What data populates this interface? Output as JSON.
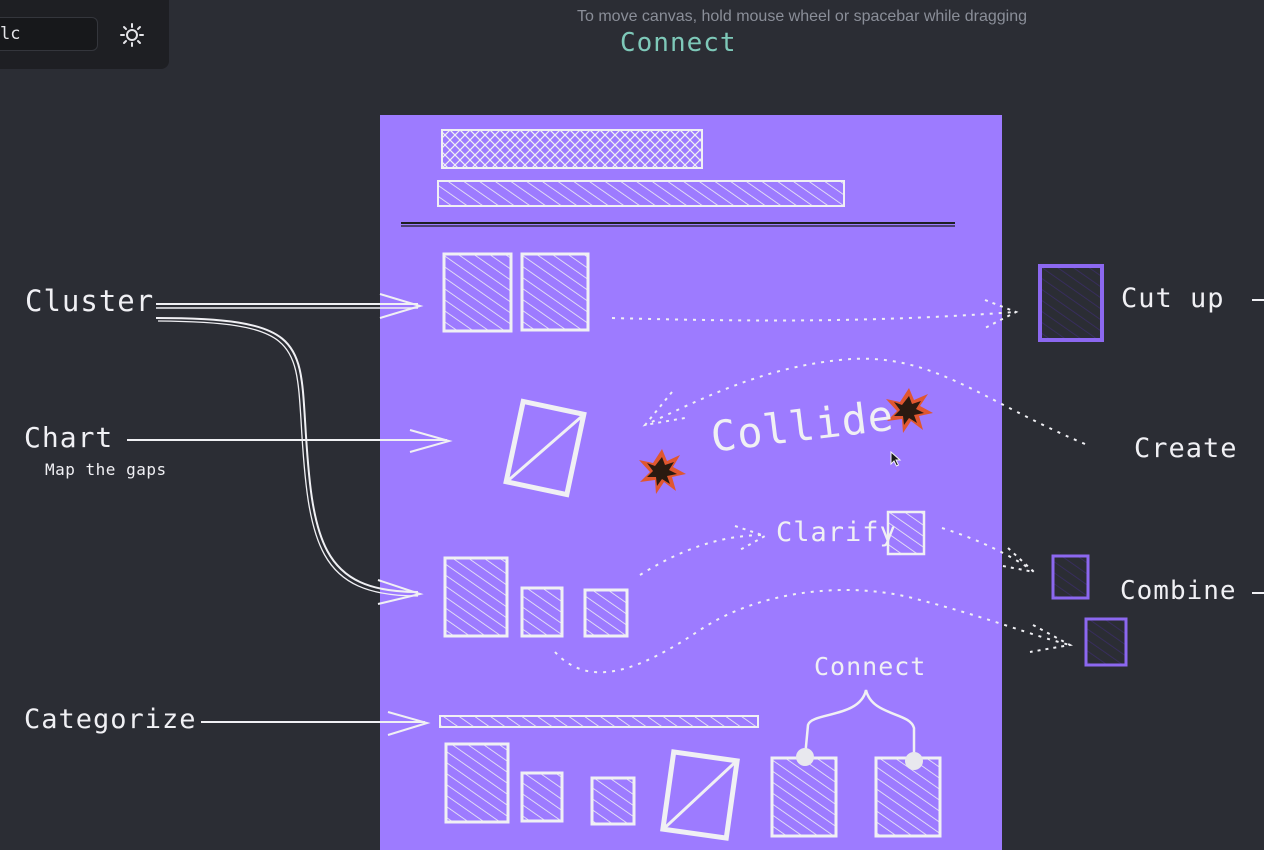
{
  "toolbar": {
    "search_value": "lc",
    "theme_icon": "sun-icon"
  },
  "canvas": {
    "hint": "To move canvas, hold mouse wheel or spacebar while dragging",
    "top_label": "Connect"
  },
  "labels": {
    "cluster": "Cluster",
    "chart": "Chart",
    "chart_sub": "Map the gaps",
    "categorize": "Categorize",
    "collide": "Collide",
    "clarify": "Clarify",
    "connect": "Connect",
    "cut_up": "Cut up",
    "create": "Create",
    "combine": "Combine"
  },
  "colors": {
    "background": "#2b2d34",
    "frame": "#9d7bff",
    "sketch": "#f0f0f4",
    "accent_teal": "#7ec9b9",
    "shape_purple": "#8c68f0"
  }
}
